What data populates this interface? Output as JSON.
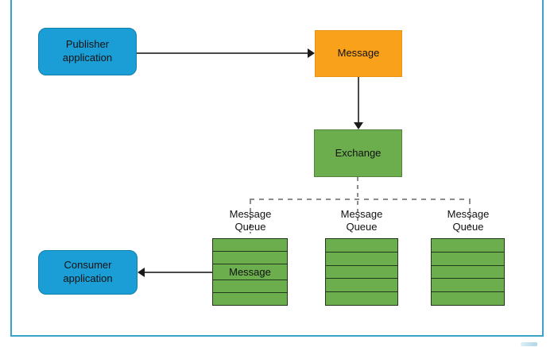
{
  "colors": {
    "node_blue": "#1B9ED6",
    "node_blue_border": "#0F7FAD",
    "node_orange": "#F9A11B",
    "node_green": "#6CAE4D",
    "queue_border": "#22381A",
    "frame": "#3BA3C7",
    "line": "#4A4A4A",
    "arrow": "#1A1A1A",
    "dash": "#8C8C8C",
    "text": "#111111"
  },
  "nodes": {
    "publisher": {
      "label": "Publisher\napplication"
    },
    "message": {
      "label": "Message"
    },
    "exchange": {
      "label": "Exchange"
    },
    "consumer": {
      "label": "Consumer\napplication"
    }
  },
  "queues": [
    {
      "label": "Message\nQueue",
      "rows": [
        "",
        "",
        "Message",
        "",
        ""
      ]
    },
    {
      "label": "Message\nQueue",
      "rows": [
        "",
        "",
        "",
        "",
        ""
      ]
    },
    {
      "label": "Message\nQueue",
      "rows": [
        "",
        "",
        "",
        "",
        ""
      ]
    }
  ]
}
